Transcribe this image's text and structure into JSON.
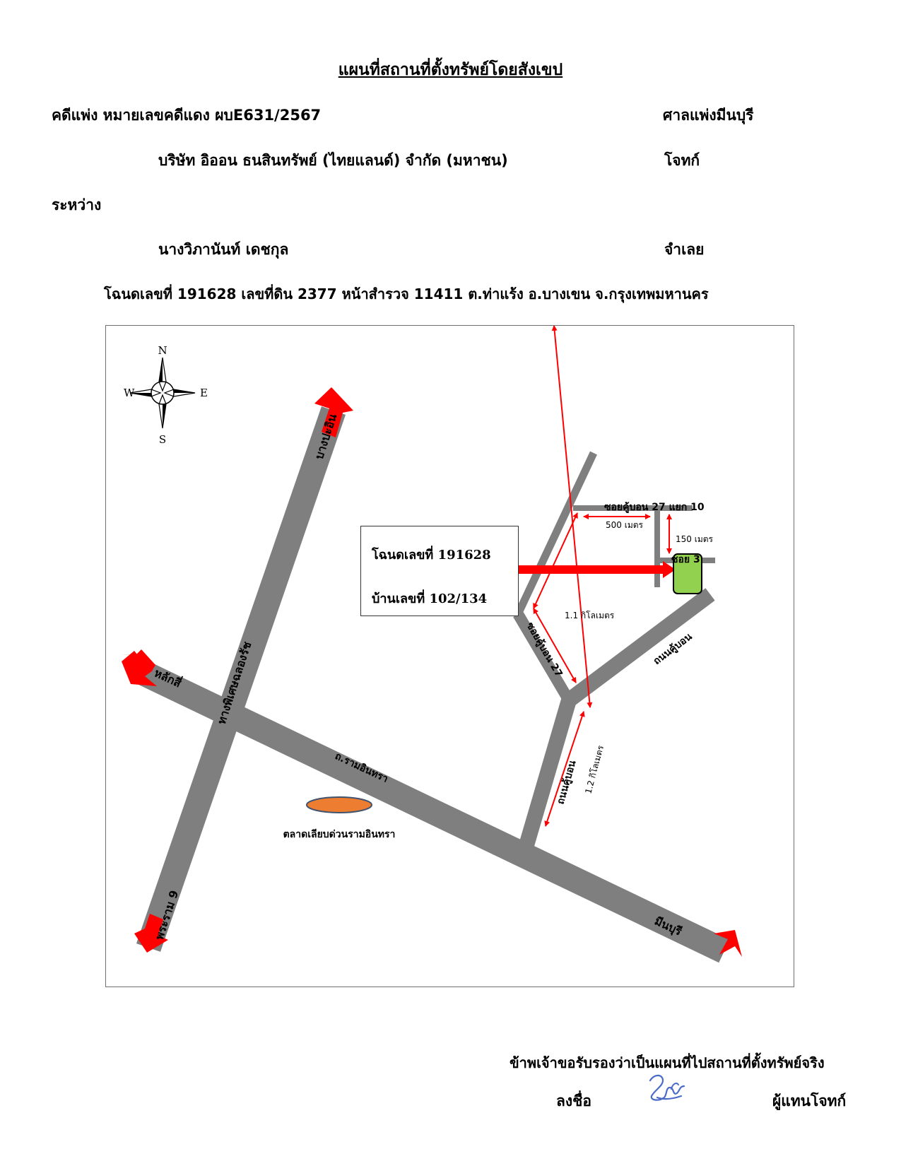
{
  "header": {
    "title": "แผนที่สถานที่ตั้งทรัพย์โดยสังเขป",
    "case_line": "คดีแพ่ง  หมายเลขคดีแดง  ผบE631/2567",
    "court": "ศาลแพ่งมีนบุรี",
    "plaintiff_name": "บริษัท อิออน ธนสินทรัพย์ (ไทยแลนด์) จำกัด (มหาชน)",
    "plaintiff_role": "โจทก์",
    "between": "ระหว่าง",
    "defendant_name": "นางวิภานันท์   เดชกุล",
    "defendant_role": "จำเลย",
    "deed_line": "โฉนดเลขที่  191628  เลขที่ดิน  2377  หน้าสำรวจ  11411   ต.ท่าแร้ง   อ.บางเขน   จ.กรุงเทพมหานคร"
  },
  "map": {
    "compass": {
      "n": "N",
      "s": "S",
      "e": "E",
      "w": "W"
    },
    "info_box": {
      "deed": "โฉนดเลขที่ 191628",
      "house": "บ้านเลขที่ 102/134"
    },
    "roads": {
      "bang_pa_in": "บางปะอิน",
      "rama9": "พระราม 9",
      "expressway": "ทางพิเศษฉลองรัช",
      "lak_si": "หลักสี่",
      "ram_inthra": "ถ.รามอินทรา",
      "min_buri": "มีนบุรี",
      "ku_bon_lower": "ถนนคู้บอน",
      "ku_bon_upper": "ถนนคู้บอน",
      "soi27": "ซอยคู้บอน 27",
      "soi27_10": "ซอยคู้บอน 27 แยก 10",
      "soi3": "ซอย 3"
    },
    "distances": {
      "d1_2": "1.2 กิโลเมตร",
      "d1_1": "1.1 กิโลเมตร",
      "d500": "500 เมตร",
      "d150": "150 เมตร"
    },
    "landmark": "ตลาดเลียบด่วนรามอินทรา",
    "colors": {
      "road": "#7f7f7f",
      "arrow": "#ff0000",
      "property": "#92d050",
      "landmark": "#ed7d31"
    }
  },
  "footer": {
    "certify": "ข้าพเจ้าขอรับรองว่าเป็นแผนที่ไปสถานที่ตั้งทรัพย์จริง",
    "sign_label": "ลงชื่อ",
    "signer_role": "ผู้แทนโจทก์"
  }
}
